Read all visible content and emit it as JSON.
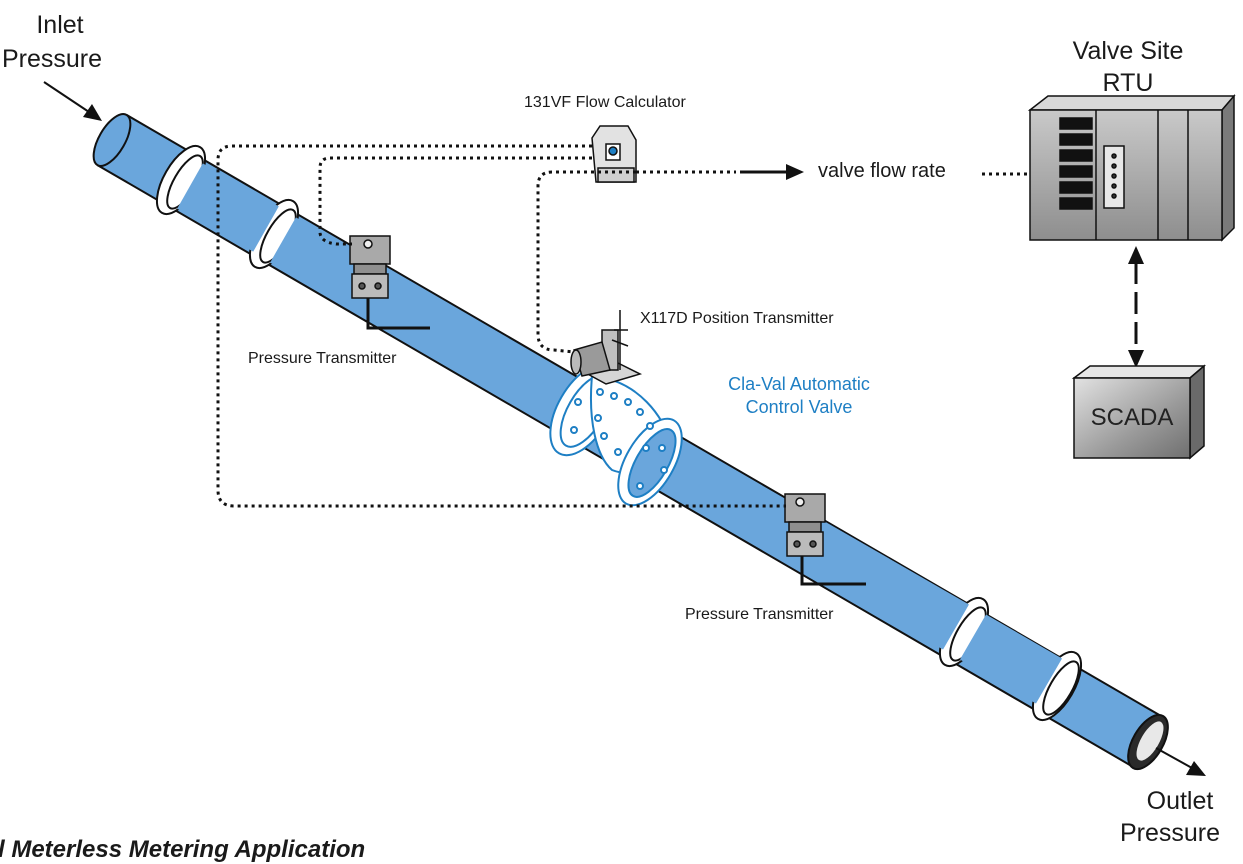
{
  "labels": {
    "inlet_line1": "Inlet",
    "inlet_line2": "Pressure",
    "outlet_line1": "Outlet",
    "outlet_line2": "Pressure",
    "flow_calculator": "131VF Flow Calculator",
    "valve_flow_rate": "valve flow rate",
    "rtu_line1": "Valve Site",
    "rtu_line2": "RTU",
    "position_transmitter": "X117D  Position Transmitter",
    "pressure_transmitter_upstream": "Pressure Transmitter",
    "pressure_transmitter_downstream": "Pressure Transmitter",
    "valve_line1": "Cla-Val Automatic",
    "valve_line2": "Control Valve",
    "scada": "SCADA",
    "footer_title": "l Meterless Metering Application"
  },
  "colors": {
    "pipe_fill": "#6aa6dc",
    "pipe_stroke": "#111111",
    "valve_accent": "#1e7fc4",
    "device_gray": "#a9a9a9",
    "background": "#ffffff"
  }
}
